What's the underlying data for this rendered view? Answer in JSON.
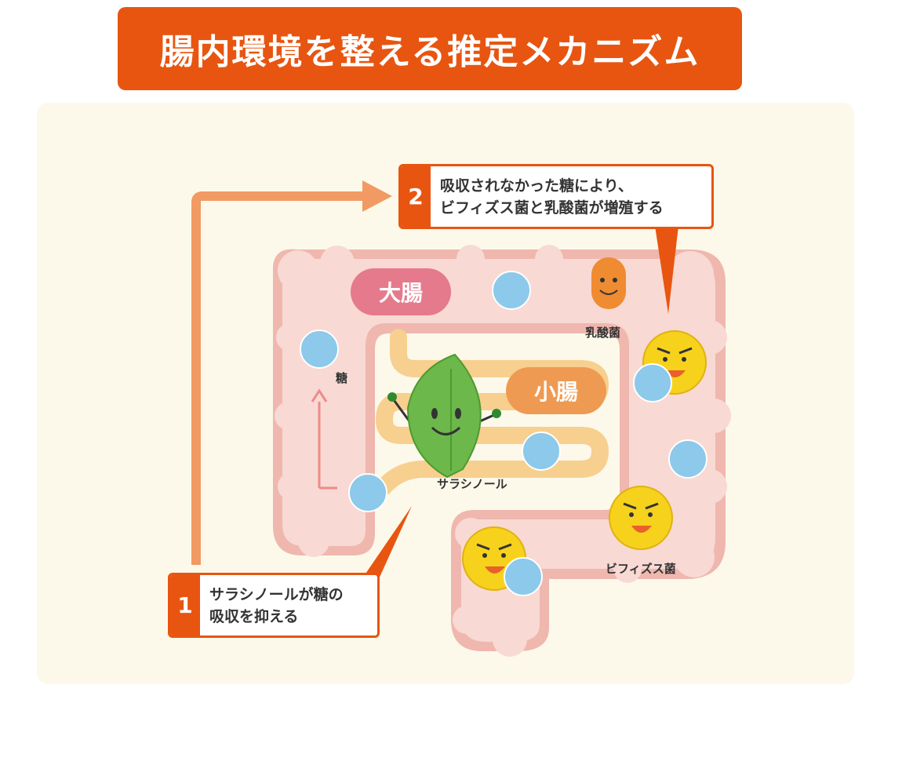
{
  "title": "腸内環境を整える推定メカニズム",
  "callouts": [
    {
      "number": "1",
      "line1": "サラシノールが糖の",
      "line2": "吸収を抑える"
    },
    {
      "number": "2",
      "line1": "吸収されなかった糖により、",
      "line2": "ビフィズス菌と乳酸菌が増殖する"
    }
  ],
  "labels": {
    "large_intestine": "大腸",
    "small_intestine": "小腸",
    "sugar": "糖",
    "salacinol": "サラシノール",
    "lactic_bacteria": "乳酸菌",
    "bifidobacteria": "ビフィズス菌"
  },
  "colors": {
    "accent": "#e85510",
    "intestine": "#f8d9d3",
    "intestine_outline": "#efb7ae",
    "small_intestine": "#f7cf8f",
    "sugar": "#8cc9ea",
    "leaf": "#6cb84a",
    "bifido": "#f7d21c",
    "lactic": "#ef8b31"
  }
}
